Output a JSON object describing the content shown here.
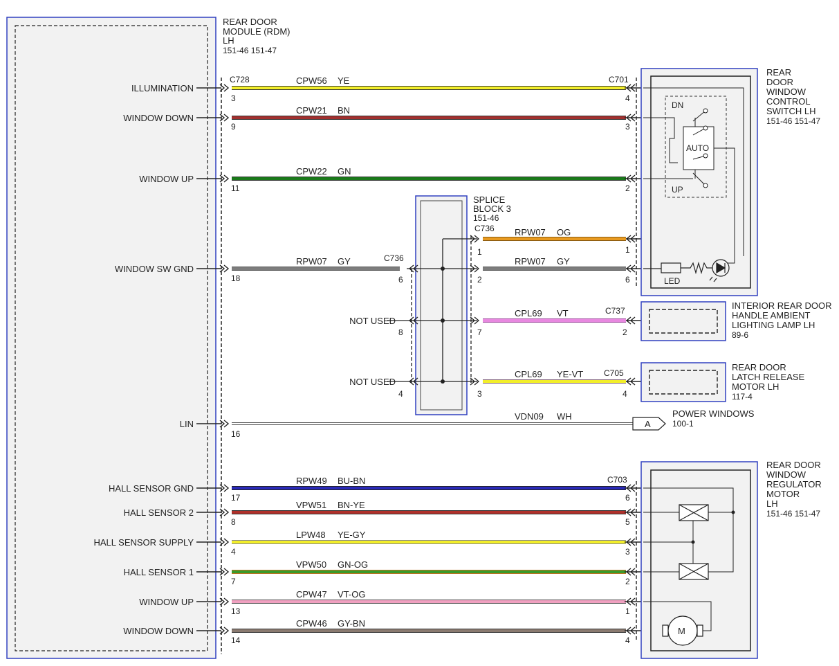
{
  "rdm": {
    "title_lines": [
      "REAR DOOR",
      "MODULE (RDM)",
      "LH",
      "151-46  151-47"
    ]
  },
  "pins": [
    {
      "label": "ILLUMINATION",
      "pin": "3"
    },
    {
      "label": "WINDOW DOWN",
      "pin": "9"
    },
    {
      "label": "WINDOW UP",
      "pin": "11"
    },
    {
      "label": "WINDOW SW GND",
      "pin": "18"
    },
    {
      "label": "LIN",
      "pin": "16"
    },
    {
      "label": "HALL SENSOR GND",
      "pin": "17"
    },
    {
      "label": "HALL SENSOR 2",
      "pin": "8"
    },
    {
      "label": "HALL SENSOR SUPPLY",
      "pin": "4"
    },
    {
      "label": "HALL SENSOR 1",
      "pin": "7"
    },
    {
      "label": "WINDOW UP",
      "pin": "13"
    },
    {
      "label": "WINDOW DOWN",
      "pin": "14"
    }
  ],
  "connectors": {
    "c728": "C728",
    "c701": "C701",
    "c736a": "C736",
    "c736b": "C736",
    "c737": "C737",
    "c705": "C705",
    "c703": "C703"
  },
  "wires": [
    {
      "circuit": "CPW56",
      "color_code": "YE",
      "far_pin": "4",
      "color": "#f2ee2a"
    },
    {
      "circuit": "CPW21",
      "color_code": "BN",
      "far_pin": "3",
      "color": "#a2302f"
    },
    {
      "circuit": "CPW22",
      "color_code": "GN",
      "far_pin": "2",
      "color": "#1a7a1a"
    },
    {
      "circuit": "RPW07",
      "color_code": "GY",
      "far_pin": "6",
      "color": "#7d7d7d"
    },
    {
      "circuit": "VDN09",
      "color_code": "WH",
      "far_pin": "",
      "color": "#ffffff"
    },
    {
      "circuit": "RPW49",
      "color_code": "BU-BN",
      "far_pin": "6",
      "color": "#2a2ab8"
    },
    {
      "circuit": "VPW51",
      "color_code": "BN-YE",
      "far_pin": "5",
      "color": "#b0302a"
    },
    {
      "circuit": "LPW48",
      "color_code": "YE-GY",
      "far_pin": "3",
      "color": "#f2ee2a"
    },
    {
      "circuit": "VPW50",
      "color_code": "GN-OG",
      "far_pin": "2",
      "color": "#3a9a2a"
    },
    {
      "circuit": "CPW47",
      "color_code": "VT-OG",
      "far_pin": "1",
      "color": "#f0a0c0"
    },
    {
      "circuit": "CPW46",
      "color_code": "GY-BN",
      "far_pin": "4",
      "color": "#8a7a70"
    }
  ],
  "splice": {
    "title_lines": [
      "SPLICE",
      "BLOCK 3",
      "151-46"
    ],
    "pin_gnd_in": "6",
    "pin_og": "1",
    "pin_gy": "2",
    "pin_unused1_l": "8",
    "pin_unused1_r": "7",
    "pin_unused2_l": "4",
    "pin_unused2_r": "3",
    "not_used_1": "NOT USED",
    "not_used_2": "NOT USED"
  },
  "splice_wires": [
    {
      "circuit": "RPW07",
      "color_code": "OG",
      "far_pin": "1",
      "color": "#e89a20"
    },
    {
      "circuit": "RPW07",
      "color_code": "GY",
      "far_pin": "6",
      "color": "#7d7d7d"
    },
    {
      "circuit": "CPL69",
      "color_code": "VT",
      "far_pin": "2",
      "color": "#e888e0"
    },
    {
      "circuit": "CPL69",
      "color_code": "YE-VT",
      "far_pin": "4",
      "color": "#f2ee2a"
    }
  ],
  "switch": {
    "title_lines": [
      "REAR",
      "DOOR",
      "WINDOW",
      "CONTROL",
      "SWITCH LH",
      "151-46  151-47"
    ],
    "dn": "DN",
    "up": "UP",
    "auto": "AUTO",
    "led": "LED"
  },
  "ambient_lamp": {
    "title_lines": [
      "INTERIOR REAR DOOR",
      "HANDLE AMBIENT",
      "LIGHTING LAMP LH",
      "89-6"
    ]
  },
  "latch_motor": {
    "title_lines": [
      "REAR DOOR",
      "LATCH RELEASE",
      "MOTOR LH",
      "117-4"
    ]
  },
  "power_windows": {
    "ref_letter": "A",
    "title_lines": [
      "POWER WINDOWS",
      "100-1"
    ]
  },
  "regulator": {
    "title_lines": [
      "REAR DOOR",
      "WINDOW",
      "REGULATOR",
      "MOTOR",
      "LH",
      "151-46  151-47"
    ],
    "motor_symbol": "M"
  }
}
